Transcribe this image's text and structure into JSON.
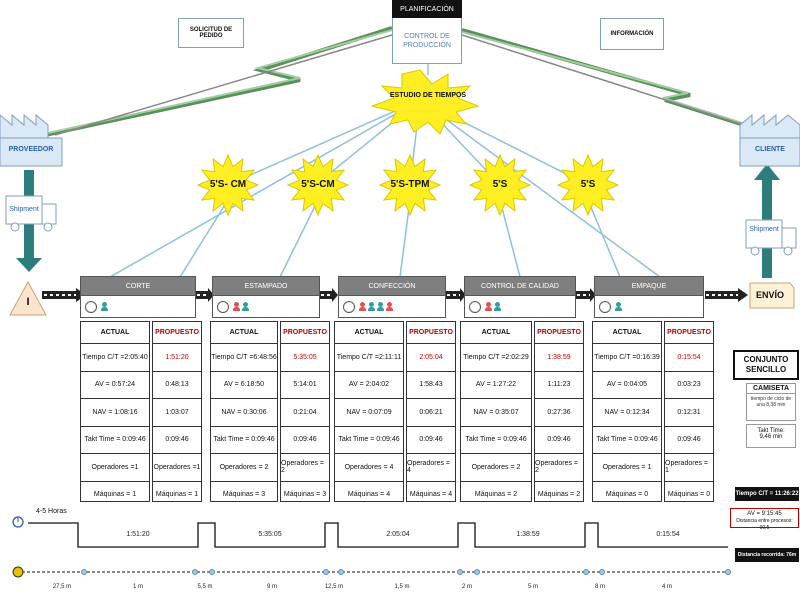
{
  "top": {
    "planning_title": "PLANIFICACIÓN",
    "planning_subtitle": "CONTROL DE PRODUCCIÓN",
    "order_request": "SOLICITUD DE PEDIDO",
    "information": "INFORMACIÓN",
    "time_study": "ESTUDIO DE TIEMPOS",
    "supplier": "PROVEEDOR",
    "client": "CLIENTE",
    "shipment_left": "Shipment",
    "shipment_right": "Shipment",
    "inventory_symbol": "I",
    "shipping": "ENVÍO"
  },
  "kaizen": [
    "5'S- CM",
    "5'S-CM",
    "5'S-TPM",
    "5'S",
    "5'S"
  ],
  "processes": [
    {
      "name": "CORTE",
      "operators": 1,
      "actual": {
        "header": "ACTUAL",
        "rows": [
          "Tiempo C/T =2:05:40",
          "AV = 0:57:24",
          "NAV = 1:08:16",
          "Takt Time = 0:09:46",
          "Operadores =1",
          "Máquinas = 1"
        ]
      },
      "proposed": {
        "header": "PROPUESTO",
        "rows": [
          "1:51:20",
          "0:48:13",
          "1:03:07",
          "0:09:46",
          "Operadores =1",
          "Máquinas = 1"
        ]
      }
    },
    {
      "name": "ESTAMPADO",
      "operators": 2,
      "actual": {
        "header": "ACTUAL",
        "rows": [
          "Tiempo C/T =6:48:56",
          "AV = 6:18:50",
          "NAV = 0:30:06",
          "Takt Time = 0:09:46",
          "Operadores = 2",
          "Máquinas = 3"
        ]
      },
      "proposed": {
        "header": "PROPUESTO",
        "rows": [
          "5:35:05",
          "5:14:01",
          "0:21:04",
          "0:09:46",
          "Operadores = 2",
          "Máquinas = 3"
        ]
      }
    },
    {
      "name": "CONFECCIÓN",
      "operators": 4,
      "actual": {
        "header": "ACTUAL",
        "rows": [
          "Tiempo C/T =2:11:11",
          "AV = 2:04:02",
          "NAV = 0:07:09",
          "Takt Time = 0:09:46",
          "Operadores = 4",
          "Máquinas = 4"
        ]
      },
      "proposed": {
        "header": "PROPUESTO",
        "rows": [
          "2:05:04",
          "1:58:43",
          "0:06:21",
          "0:09:46",
          "Operadores = 4",
          "Máquinas = 4"
        ]
      }
    },
    {
      "name": "CONTROL DE CALIDAD",
      "operators": 2,
      "actual": {
        "header": "ACTUAL",
        "rows": [
          "Tiempo C/T =2:02:29",
          "AV = 1:27:22",
          "NAV = 0:35:07",
          "Takt Time = 0:09:46",
          "Operadores = 2",
          "Máquinas = 2"
        ]
      },
      "proposed": {
        "header": "PROPUESTO",
        "rows": [
          "1:38:59",
          "1:11:23",
          "0:27:36",
          "0:09:46",
          "Operadores = 2",
          "Máquinas = 2"
        ]
      }
    },
    {
      "name": "EMPAQUE",
      "operators": 1,
      "actual": {
        "header": "ACTUAL",
        "rows": [
          "Tiempo C/T =0:16:39",
          "AV = 0:04:05",
          "NAV = 0:12:34",
          "Takt Time = 0:09:46",
          "Operadores = 1",
          "Máquinas = 0"
        ]
      },
      "proposed": {
        "header": "PROPUESTO",
        "rows": [
          "0:15:54",
          "0:03:23",
          "0:12:31",
          "0:09:46",
          "Operadores = 1",
          "Máquinas = 0"
        ]
      }
    }
  ],
  "side_panel": {
    "title": "CONJUNTO SENCILLO",
    "product": "CAMISETA",
    "cycle_note": "tiempo de ciclo de una 8,38 min",
    "takt_label": "Takt Time:",
    "takt_value": "9,46 min",
    "total_ct": "Tiempo C/T = 11:26:22",
    "av": "AV = 9:15:45",
    "distance_note": "Distancia entre procesos: 00,5",
    "distance_total": "Distancia recorrida: 76m"
  },
  "timeline": {
    "lead_label": "4-5 Horas",
    "times": [
      "1:51:20",
      "5:35:05",
      "2:05:04",
      "1:38:59",
      "0:15:54"
    ],
    "distances": [
      "27,5 m",
      "1 m",
      "5,5 m",
      "9 m",
      "12,5 m",
      "1,5 m",
      "2 m",
      "5 m",
      "8 m",
      "4 m"
    ]
  },
  "colors": {
    "teal": "#2e7d7d",
    "star": "#ffee22",
    "process_header": "#7f7f7f",
    "proposed_red": "#c00000",
    "supplier_box": "#dbe8f5"
  }
}
